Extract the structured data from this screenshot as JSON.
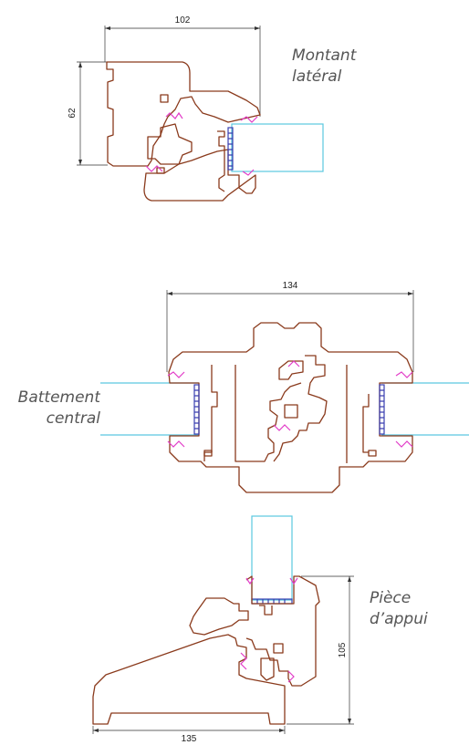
{
  "labels": {
    "montant": [
      "Montant",
      "latéral"
    ],
    "battement": [
      "Battement",
      "central"
    ],
    "piece": [
      "Pièce",
      "d’appui"
    ]
  },
  "dimensions": {
    "montant_width": "102",
    "montant_height": "62",
    "battement_width": "134",
    "piece_height": "105",
    "piece_width": "135"
  },
  "colors": {
    "frame": "#8a3a1c",
    "glass": "#5ac8e0",
    "seal": "#e23cc8",
    "spacer": "#3a3fb0",
    "label": "#555555"
  }
}
